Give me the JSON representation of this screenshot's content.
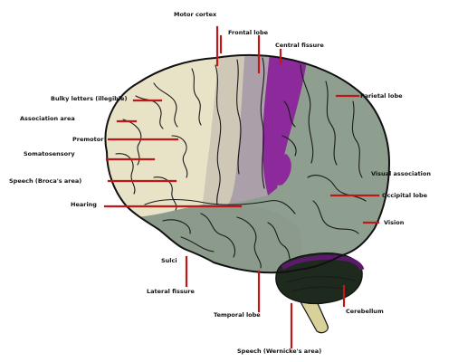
{
  "colors": {
    "frontal": "#e8e2c6",
    "premotor": "#cfc8b6",
    "motor": "#aba0aa",
    "sensory": "#8c2a9c",
    "posterior": "#8f9f8f",
    "temporal": "#8c9a8c",
    "cerebellum_edge": "#5b1a6b",
    "cerebellum": "#1d2a1d",
    "brainstem": "#d8d29a",
    "leader": "#c01818",
    "outline": "#111111"
  },
  "labels": [
    {
      "key": "prefrontal",
      "text": "Bulky letters (illegible)"
    },
    {
      "key": "motor_cortex",
      "text": "Motor cortex"
    },
    {
      "key": "central_fissure",
      "text": "Central fissure"
    },
    {
      "key": "frontal_lobe",
      "text": "Frontal lobe"
    },
    {
      "key": "association",
      "text": "Association area"
    },
    {
      "key": "premotor",
      "text": "Premotor"
    },
    {
      "key": "somatosensory",
      "text": "Somatosensory"
    },
    {
      "key": "parietal",
      "text": "Parietal lobe"
    },
    {
      "key": "speech",
      "text": "Speech (Broca's area)"
    },
    {
      "key": "visual_association",
      "text": "Visual association"
    },
    {
      "key": "hearing",
      "text": "Hearing"
    },
    {
      "key": "occipital",
      "text": "Occipital lobe"
    },
    {
      "key": "vision",
      "text": "Vision"
    },
    {
      "key": "cerebellum",
      "text": "Cerebellum"
    },
    {
      "key": "sulci",
      "text": "Sulci"
    },
    {
      "key": "lateral_fissure",
      "text": "Lateral fissure"
    },
    {
      "key": "temporal_lobe",
      "text": "Temporal lobe"
    },
    {
      "key": "speech_wernicke",
      "text": "Speech (Wernicke's area)"
    }
  ]
}
